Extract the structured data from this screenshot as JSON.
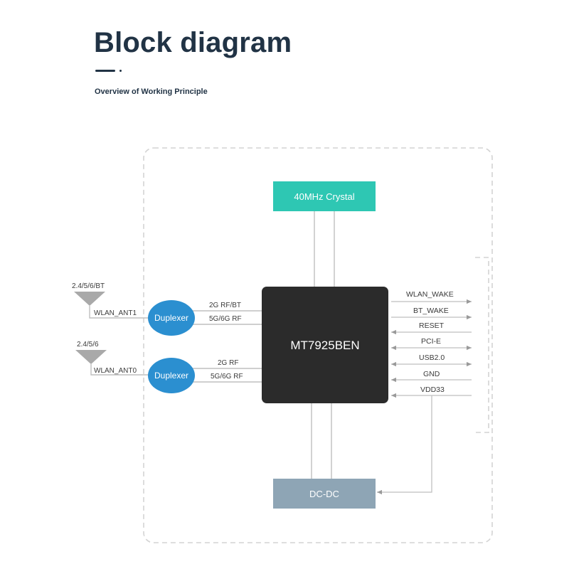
{
  "header": {
    "title": "Block diagram",
    "subtitle": "Overview of Working Principle"
  },
  "diagram": {
    "chip": "MT7925BEN",
    "crystal": "40MHz Crystal",
    "dcdc": "DC-DC",
    "antennas": [
      {
        "band": "2.4/5/6/BT",
        "name": "WLAN_ANT1"
      },
      {
        "band": "2.4/5/6",
        "name": "WLAN_ANT0"
      }
    ],
    "duplexers": [
      {
        "label": "Duplexer",
        "rf_top": "2G RF/BT",
        "rf_bottom": "5G/6G RF"
      },
      {
        "label": "Duplexer",
        "rf_top": "2G RF",
        "rf_bottom": "5G/6G RF"
      }
    ],
    "signals": [
      "WLAN_WAKE",
      "BT_WAKE",
      "RESET",
      "PCI-E",
      "USB2.0",
      "GND",
      "VDD33"
    ],
    "colors": {
      "crystal": "#2ec7b3",
      "chip": "#2b2b2b",
      "duplexer": "#2b8fd0",
      "dcdc": "#8ea5b5",
      "lines": "#bfbfbf",
      "dashed_border": "#d4d4d4"
    }
  }
}
